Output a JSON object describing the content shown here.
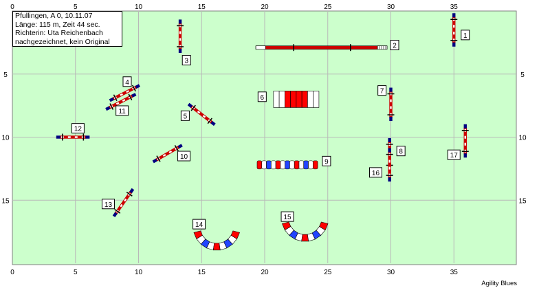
{
  "info": {
    "event": "Pfullingen, A 0, 10.11.07",
    "stats": "Länge: 115 m, Zeit 44 sec.",
    "judge": "Richterin: Uta Reichenbach",
    "note": "nachgezeichnet, kein Original"
  },
  "credit": "Agility Blues",
  "axes": {
    "x_ticks": [
      "0",
      "5",
      "10",
      "15",
      "20",
      "25",
      "30",
      "35"
    ],
    "y_ticks": [
      "5",
      "10",
      "15"
    ],
    "x_range": [
      0,
      40
    ],
    "y_range": [
      0,
      20
    ],
    "grid": true
  },
  "colors": {
    "field": "#ccffcc",
    "grid": "#b8b8b8",
    "jump_bar": "#cc0000",
    "wing": "#000080",
    "tunnel_red": "#ff0000",
    "tunnel_blue": "#2244ff",
    "tunnel_white": "#ffffff",
    "label_bg": "#ffffff"
  },
  "obstacles": [
    {
      "label": "1",
      "kind": "jump"
    },
    {
      "label": "2",
      "kind": "dogwalk"
    },
    {
      "label": "3",
      "kind": "jump"
    },
    {
      "label": "4",
      "kind": "jump"
    },
    {
      "label": "5",
      "kind": "jump"
    },
    {
      "label": "6",
      "kind": "tire"
    },
    {
      "label": "7",
      "kind": "jump"
    },
    {
      "label": "8",
      "kind": "jump"
    },
    {
      "label": "9",
      "kind": "weave"
    },
    {
      "label": "10",
      "kind": "jump"
    },
    {
      "label": "11",
      "kind": "jump"
    },
    {
      "label": "12",
      "kind": "jump"
    },
    {
      "label": "13",
      "kind": "jump"
    },
    {
      "label": "14",
      "kind": "tunnel"
    },
    {
      "label": "15",
      "kind": "tunnel"
    },
    {
      "label": "16",
      "kind": "jump"
    },
    {
      "label": "17",
      "kind": "jump"
    }
  ]
}
